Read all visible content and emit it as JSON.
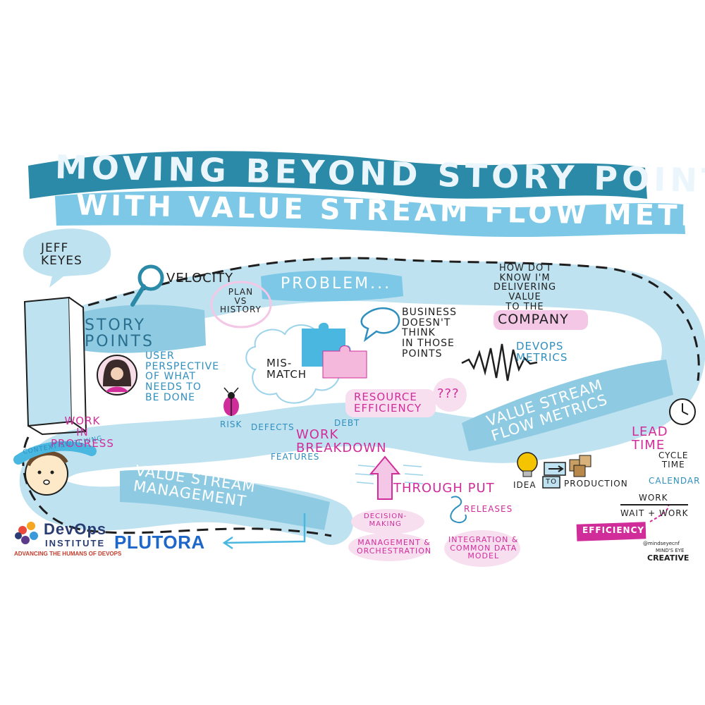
{
  "title": {
    "line1": "MOVING BEYOND STORY POINTS",
    "line2": "WITH VALUE STREAM FLOW METRICS"
  },
  "speaker": "JEFF\nKEYES",
  "labels": {
    "velocity": "VELOCITY",
    "plan_vs_history": "PLAN\nVS\nHISTORY",
    "problem": "PROBLEM...",
    "story_points": "STORY\nPOINTS",
    "user_perspective": "USER\nPERSPECTIVE\nOF WHAT\nNEEDS TO\nBE DONE",
    "mismatch": "MIS-\nMATCH",
    "business_doesnt_think": "BUSINESS\nDOESN'T\nTHINK\nIN THOSE\nPOINTS",
    "how_do_i_know": "HOW DO I\nKNOW I'M\nDELIVERING\nVALUE\nTO THE",
    "company": "COMPANY",
    "devops_metrics": "DEVOPS\nMETRICS",
    "resource_efficiency": "RESOURCE\nEFFICIENCY",
    "question_marks": "???",
    "value_stream_flow_metrics": "VALUE STREAM\nFLOW METRICS",
    "work_in_progress": "WORK\nIN\nPROGRESS",
    "context_switching": "CONTEXT SWITCHING",
    "risk": "RISK",
    "defects": "DEFECTS",
    "debt": "DEBT",
    "work_breakdown": "WORK\nBREAKDOWN",
    "features": "FEATURES",
    "lead_time": "LEAD\nTIME",
    "cycle_time": "CYCLE\nTIME",
    "calendar": "CALENDAR",
    "idea": "IDEA",
    "to": "TO",
    "production": "PRODUCTION",
    "throughput": "THROUGH PUT",
    "releases": "RELEASES",
    "value_stream_management": "VALUE STREAM\nMANAGEMENT",
    "decision_making": "DECISION-\nMAKING",
    "management_orchestration": "MANAGEMENT &\nORCHESTRATION",
    "integration_data_model": "INTEGRATION &\nCOMMON DATA\nMODEL",
    "work_fraction_top": "WORK",
    "work_fraction_bottom": "WAIT + WORK",
    "efficiency": "EFFICIENCY"
  },
  "logos": {
    "devops_line1": "DevOps",
    "devops_line2": "INSTITUTE",
    "devops_tagline": "ADVANCING THE HUMANS OF DEVOPS",
    "plutora": "PLUTORA",
    "artist_handle": "@mindseyecnf",
    "artist_line1": "MIND'S EYE",
    "artist_line2": "CREATIVE"
  },
  "colors": {
    "banner_dark": "#2a8aa8",
    "banner_light": "#7cc8e6",
    "road": "#bfe2f0",
    "road_dark": "#8ecbe3",
    "accent_pink": "#d12d9a",
    "accent_blue": "#2f8fbf",
    "ink": "#1e1e1e",
    "pink_wash": "#f4c7e6"
  },
  "icons": [
    "magnifier-icon",
    "book-icon",
    "person-avatar-icon",
    "ladybug-icon",
    "puzzle-icon",
    "speech-bubble-icon",
    "waveform-icon",
    "clock-icon",
    "lightbulb-icon",
    "boxes-icon",
    "arrow-up-icon",
    "child-face-icon",
    "devops-institute-logo-icon"
  ]
}
